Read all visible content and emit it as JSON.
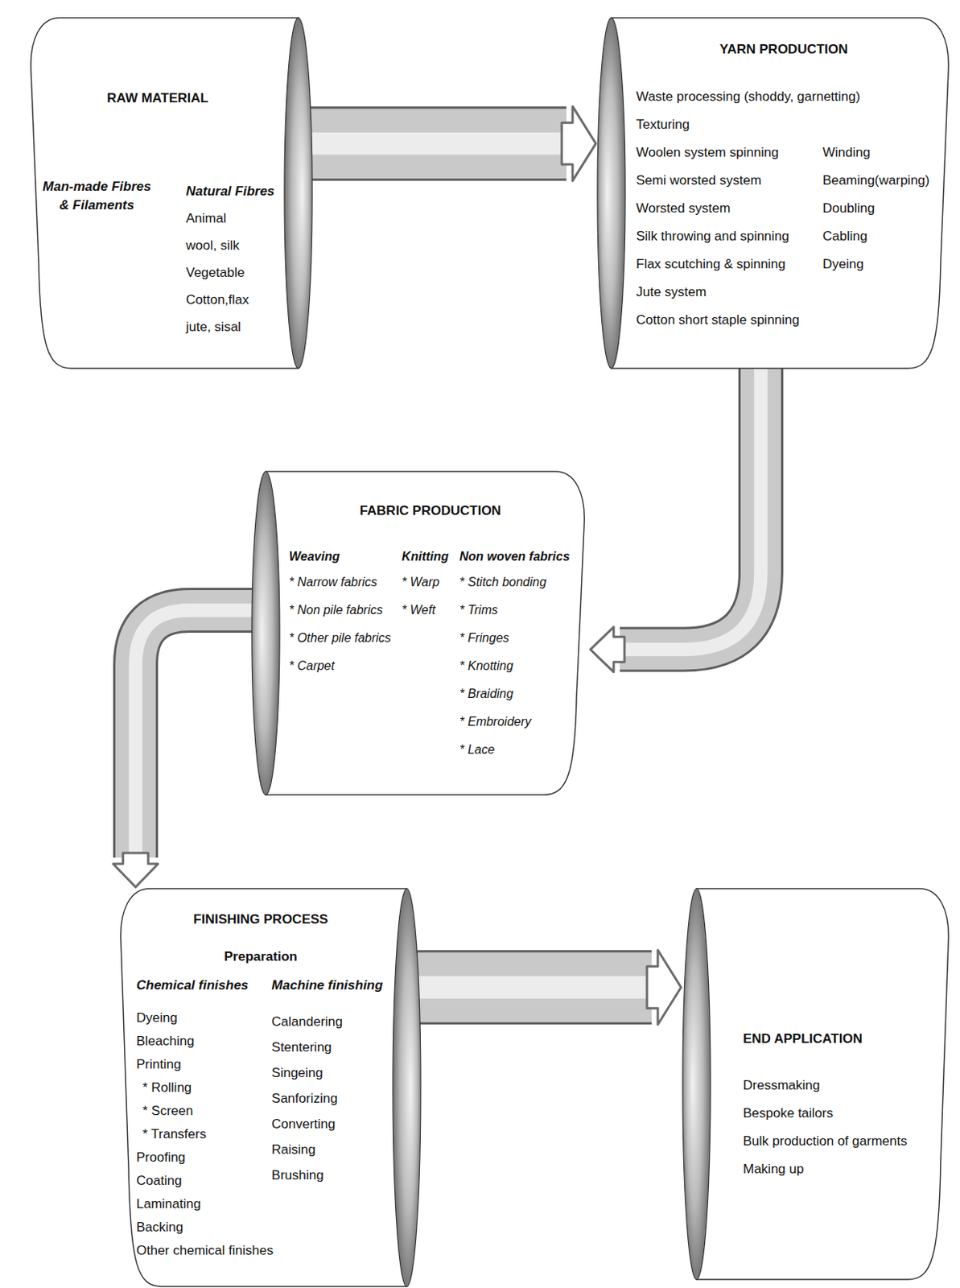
{
  "diagram": {
    "nodes": [
      {
        "text": [
          "RAW MATERIAL",
          "Man-made Fibres & Filaments",
          "Natural Fibres",
          "Animal",
          "wool, silk",
          "Vegetable",
          "Cotton,flax",
          "jute, sisal"
        ]
      },
      {
        "text": [
          "YARN PRODUCTION",
          "Waste processing (shoddy, garnetting)",
          "Texturing",
          "Woolen system spinning",
          "Semi worsted system",
          "Worsted system",
          "Silk throwing and spinning",
          "Flax scutching & spinning",
          "Jute system",
          "Cotton short staple spinning",
          "Winding",
          "Beaming(warping)",
          "Doubling",
          "Cabling",
          "Dyeing"
        ]
      },
      {
        "text": [
          "FABRIC PRODUCTION",
          "Weaving",
          "* Narrow fabrics",
          "* Non pile fabrics",
          "* Other pile fabrics",
          "* Carpet",
          "Knitting",
          "* Warp",
          "* Weft",
          "Non woven fabrics",
          "* Stitch bonding",
          "* Trims",
          "* Fringes",
          "* Knotting",
          "* Braiding",
          "* Embroidery",
          "* Lace"
        ]
      },
      {
        "text": [
          "FINISHING PROCESS",
          "Preparation",
          "Chemical finishes",
          "Dyeing",
          "Bleaching",
          "Printing",
          "* Rolling",
          "* Screen",
          "* Transfers",
          "Proofing",
          "Coating",
          "Laminating",
          "Backing",
          "Other chemical finishes",
          "Machine finishing",
          "Calandering",
          "Stentering",
          "Singeing",
          "Sanforizing",
          "Converting",
          "Raising",
          "Brushing"
        ]
      },
      {
        "text": [
          "END APPLICATION",
          "Dressmaking",
          "Bespoke tailors",
          "Bulk production of garments",
          "Making up"
        ]
      }
    ],
    "edges": [
      {
        "from": 0,
        "to": 1,
        "arrow": "to"
      },
      {
        "from": 1,
        "to": 2,
        "arrow": "to"
      },
      {
        "from": 2,
        "to": 3,
        "arrow": "to"
      },
      {
        "from": 3,
        "to": 4,
        "arrow": "to"
      }
    ]
  }
}
